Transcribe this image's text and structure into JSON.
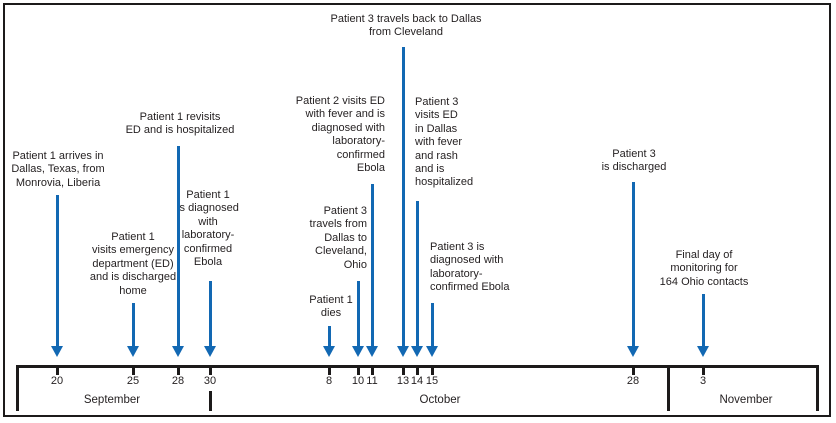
{
  "figure": {
    "kind": "epidemiologic-timeline",
    "accent_color": "#1268b3",
    "text_color": "#231f20",
    "axis_color": "#1c1a1a"
  },
  "events": [
    {
      "date": "September 20",
      "text": "Patient 1 arrives in\nDallas, Texas, from\nMonrovia, Liberia"
    },
    {
      "date": "September 25",
      "text": "Patient 1\nvisits emergency\ndepartment (ED)\nand is discharged\nhome"
    },
    {
      "date": "September 28",
      "text": "Patient 1 revisits\nED and is hospitalized"
    },
    {
      "date": "September 30",
      "text": "Patient 1\nis diagnosed\nwith\nlaboratory-\nconfirmed\nEbola"
    },
    {
      "date": "October 8",
      "text": "Patient 1\ndies"
    },
    {
      "date": "October 10",
      "text": "Patient 3\ntravels from\nDallas to\nCleveland,\nOhio"
    },
    {
      "date": "October 11",
      "text": "Patient 2 visits ED\nwith fever and is\ndiagnosed with\nlaboratory-\nconfirmed\nEbola"
    },
    {
      "date": "October 13",
      "text": "Patient 3 travels back to Dallas\nfrom Cleveland"
    },
    {
      "date": "October 14",
      "text": "Patient 3\nvisits ED\nin Dallas\nwith fever\nand rash\nand is\nhospitalized"
    },
    {
      "date": "October 15",
      "text": "Patient 3 is\ndiagnosed with\nlaboratory-\nconfirmed Ebola"
    },
    {
      "date": "October 28",
      "text": "Patient 3\nis discharged"
    },
    {
      "date": "November 3",
      "text": "Final day of\nmonitoring for\n164 Ohio contacts"
    }
  ],
  "axis": {
    "ticks": [
      {
        "label": "20"
      },
      {
        "label": "25"
      },
      {
        "label": "28"
      },
      {
        "label": "30"
      },
      {
        "label": "8"
      },
      {
        "label": "10"
      },
      {
        "label": "11"
      },
      {
        "label": "13"
      },
      {
        "label": "14"
      },
      {
        "label": "15"
      },
      {
        "label": "28"
      },
      {
        "label": "3"
      }
    ],
    "months": [
      {
        "label": "September"
      },
      {
        "label": "October"
      },
      {
        "label": "November"
      }
    ]
  },
  "chart_data": {
    "type": "timeline",
    "title": "",
    "xlabel": "",
    "axis_range": [
      "September 20",
      "November 3"
    ],
    "month_sections": [
      "September",
      "October",
      "November"
    ],
    "tick_dates": [
      "Sep 20",
      "Sep 25",
      "Sep 28",
      "Sep 30",
      "Oct 8",
      "Oct 10",
      "Oct 11",
      "Oct 13",
      "Oct 14",
      "Oct 15",
      "Oct 28",
      "Nov 3"
    ],
    "events": [
      {
        "date": "Sep 20",
        "label": "Patient 1 arrives in Dallas, Texas, from Monrovia, Liberia"
      },
      {
        "date": "Sep 25",
        "label": "Patient 1 visits emergency department (ED) and is discharged home"
      },
      {
        "date": "Sep 28",
        "label": "Patient 1 revisits ED and is hospitalized"
      },
      {
        "date": "Sep 30",
        "label": "Patient 1 is diagnosed with laboratory-confirmed Ebola"
      },
      {
        "date": "Oct 8",
        "label": "Patient 1 dies"
      },
      {
        "date": "Oct 10",
        "label": "Patient 3 travels from Dallas to Cleveland, Ohio"
      },
      {
        "date": "Oct 11",
        "label": "Patient 2 visits ED with fever and is diagnosed with laboratory-confirmed Ebola"
      },
      {
        "date": "Oct 13",
        "label": "Patient 3 travels back to Dallas from Cleveland"
      },
      {
        "date": "Oct 14",
        "label": "Patient 3 visits ED in Dallas with fever and rash and is hospitalized"
      },
      {
        "date": "Oct 15",
        "label": "Patient 3 is diagnosed with laboratory-confirmed Ebola"
      },
      {
        "date": "Oct 28",
        "label": "Patient 3 is discharged"
      },
      {
        "date": "Nov 3",
        "label": "Final day of monitoring for 164 Ohio contacts"
      }
    ]
  }
}
